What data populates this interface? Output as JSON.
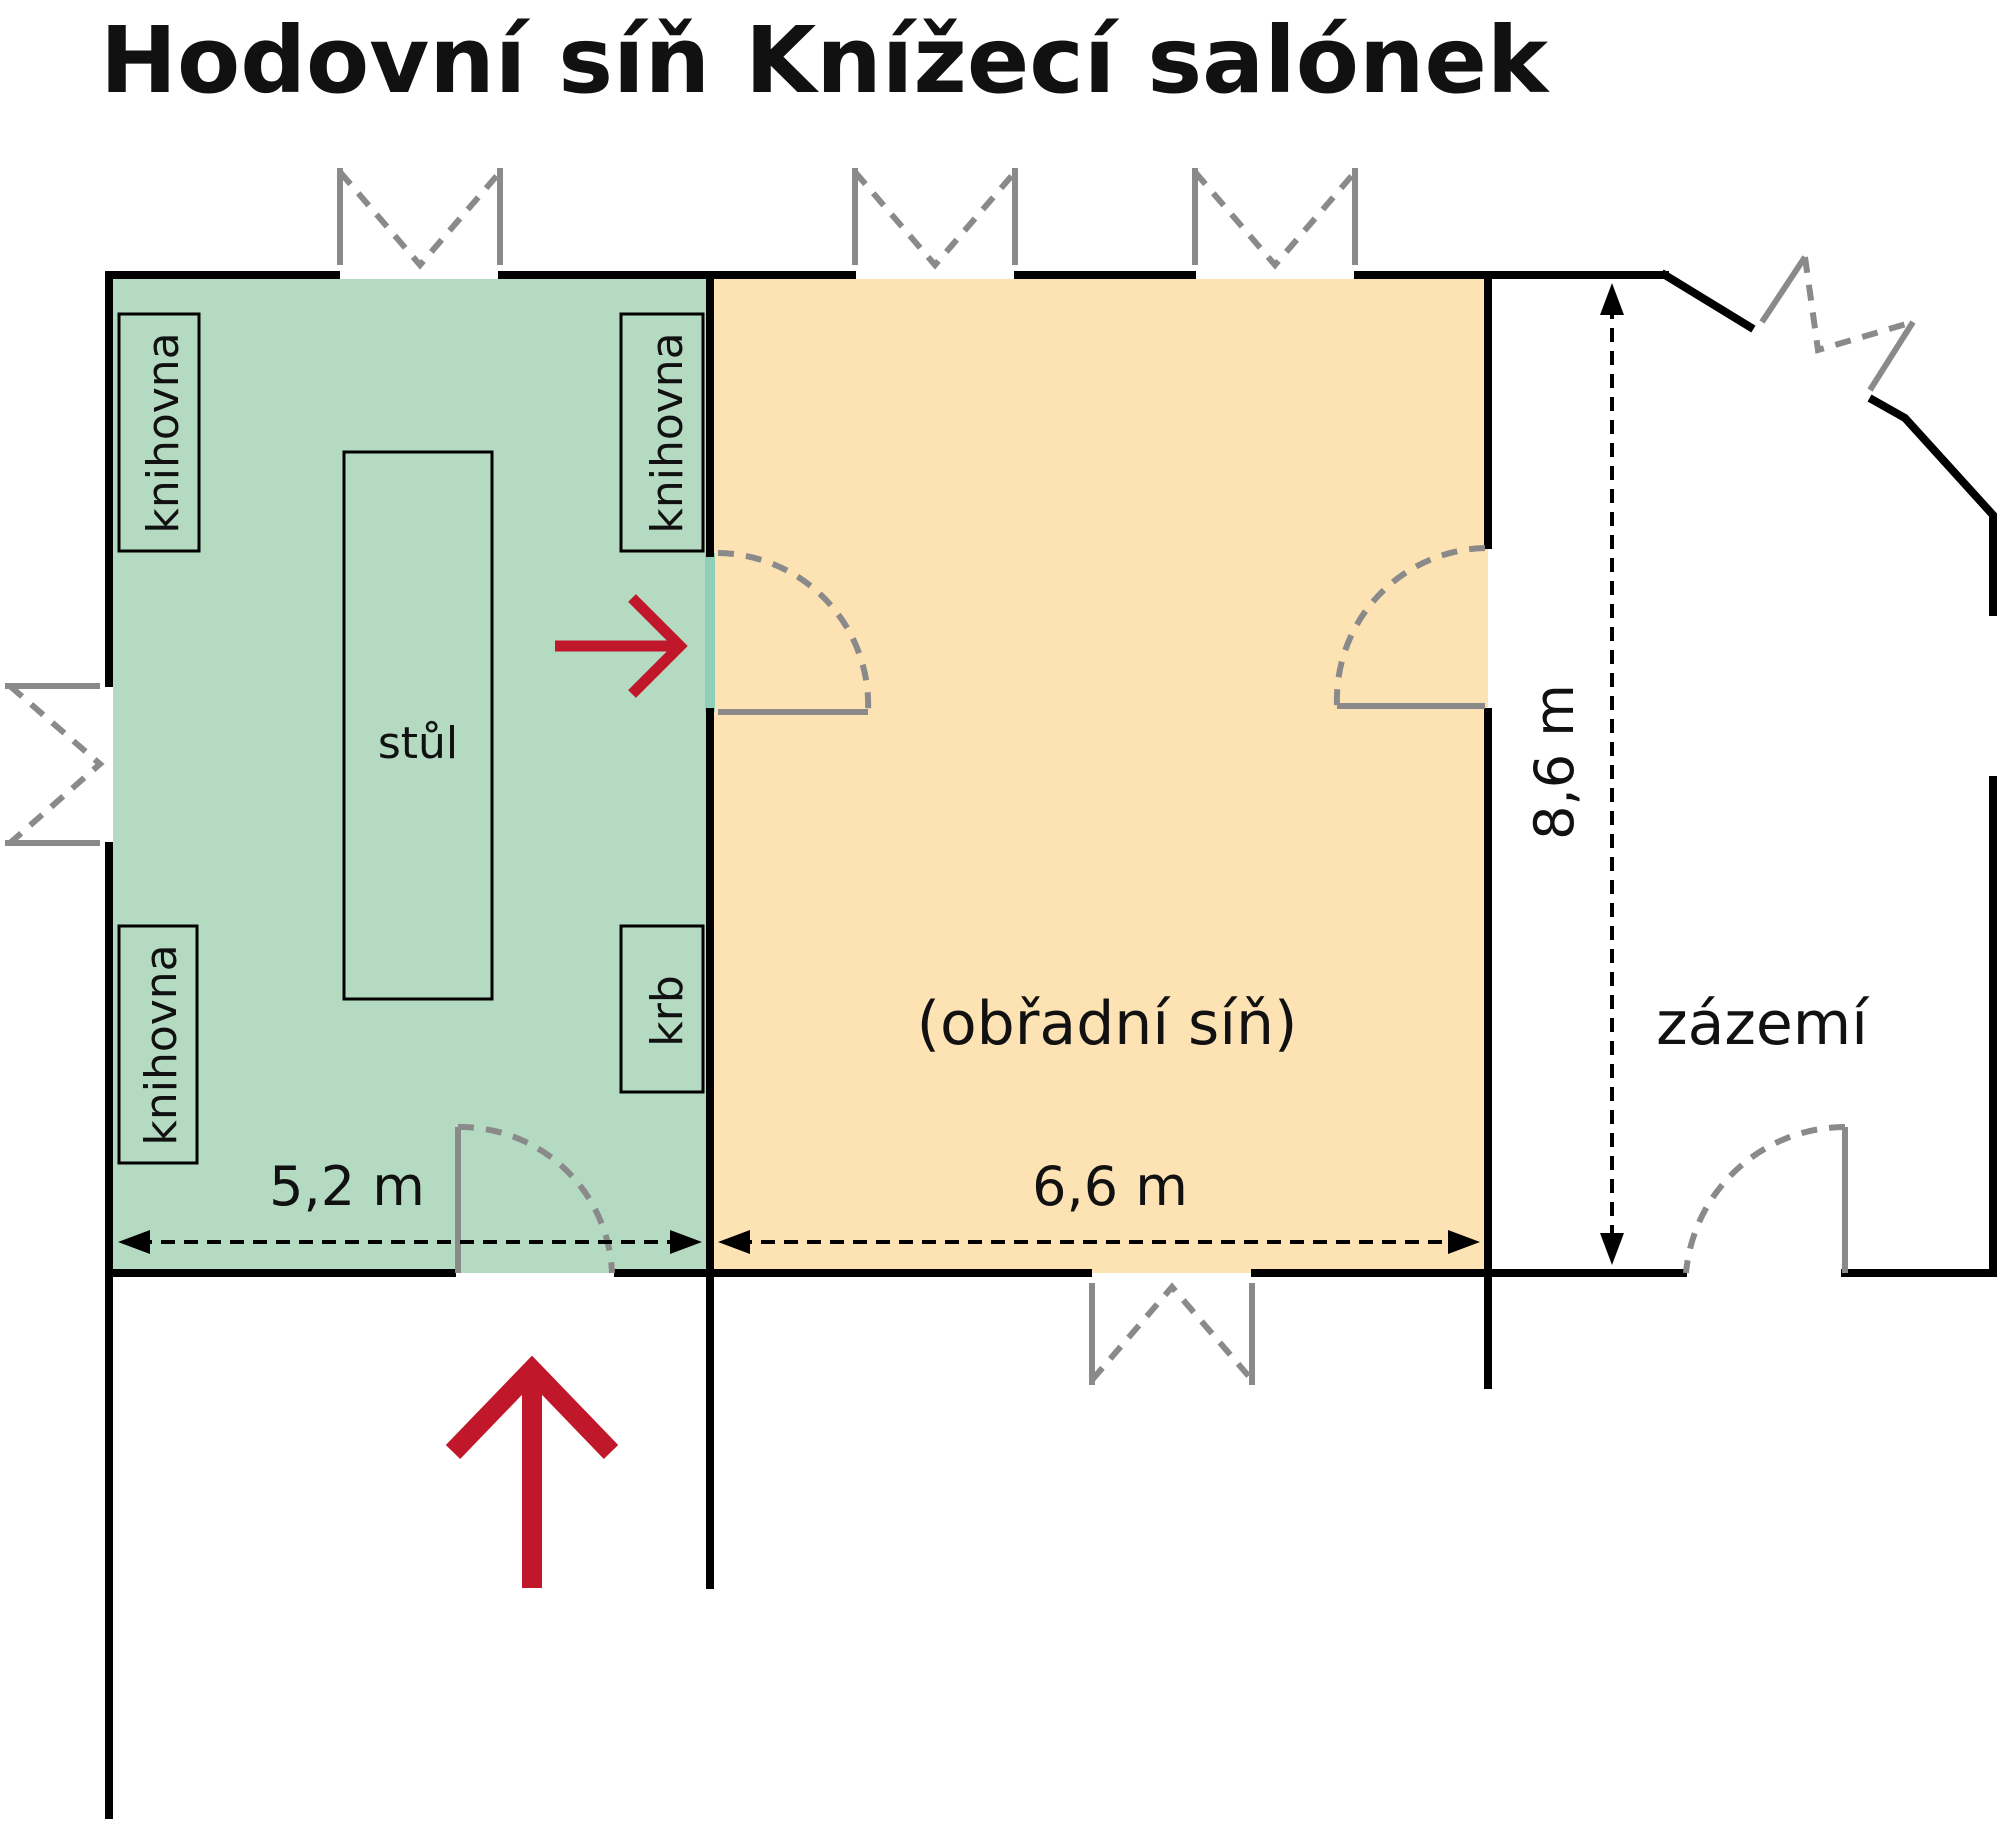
{
  "titles": {
    "hodovni": "Hodovní síň",
    "knizeci": "Knížecí salónek"
  },
  "rooms": {
    "hodovni_fill": "#b5dac2",
    "salonek_fill": "#fde3b4",
    "salonek_label": "(obřadní síň)",
    "zazemi_label": "zázemí"
  },
  "furniture": {
    "knihovna_top_left": "knihovna",
    "knihovna_top_right": "knihovna",
    "knihovna_bottom_left": "knihovna",
    "stul": "stůl",
    "krb": "krb"
  },
  "dimensions": {
    "width_hodovni": "5,2 m",
    "width_salonek": "6,6 m",
    "height": "8,6 m"
  },
  "colors": {
    "wall": "#000000",
    "door": "#8a8a8a",
    "arrow": "#c0182a"
  },
  "icons": {
    "entrance_arrow": "arrow-up-icon",
    "passage_arrow": "arrow-right-icon"
  }
}
